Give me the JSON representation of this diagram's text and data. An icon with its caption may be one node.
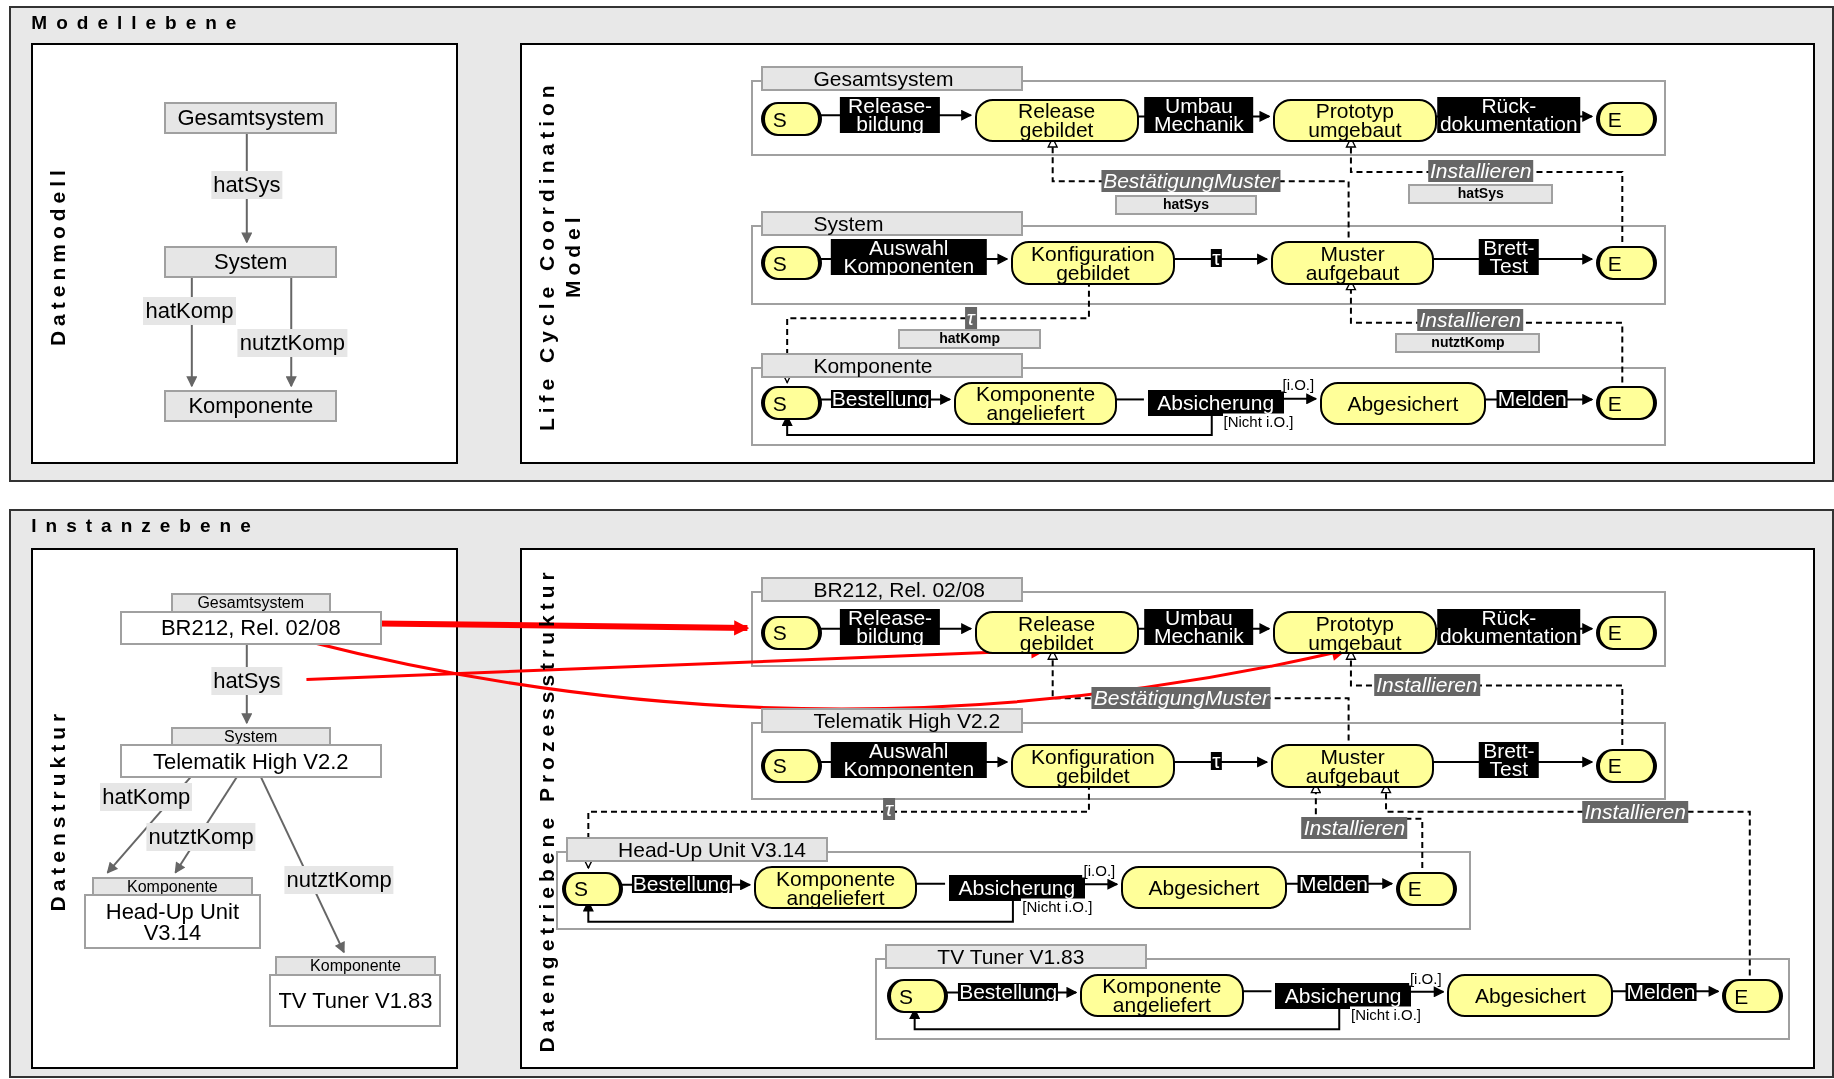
{
  "diagram": {
    "nodes": [
      {
        "text": [
          "Modellebene"
        ]
      },
      {
        "text": [
          "Datenmodell"
        ],
        "in": 0
      },
      {
        "text": [
          "Gesamtsystem"
        ],
        "in": 1
      },
      {
        "text": [
          "System"
        ],
        "in": 1
      },
      {
        "text": [
          "Komponente"
        ],
        "in": 1
      },
      {
        "text": [
          "Life Cycle Coordination Model"
        ],
        "in": 0
      },
      {
        "text": [
          "Gesamtsystem"
        ],
        "in": 5
      },
      {
        "text": [
          "S"
        ],
        "in": 6
      },
      {
        "text": [
          "Release gebildet"
        ],
        "in": 6
      },
      {
        "text": [
          "Prototyp umgebaut"
        ],
        "in": 6
      },
      {
        "text": [
          "E"
        ],
        "in": 6
      },
      {
        "text": [
          "System"
        ],
        "in": 5
      },
      {
        "text": [
          "S"
        ],
        "in": 11
      },
      {
        "text": [
          "Konfiguration gebildet"
        ],
        "in": 11
      },
      {
        "text": [
          "Muster aufgebaut"
        ],
        "in": 11
      },
      {
        "text": [
          "E"
        ],
        "in": 11
      },
      {
        "text": [
          "Komponente"
        ],
        "in": 5
      },
      {
        "text": [
          "S"
        ],
        "in": 16
      },
      {
        "text": [
          "Komponente angeliefert"
        ],
        "in": 16
      },
      {
        "text": [
          "Absicherung"
        ],
        "in": 16
      },
      {
        "text": [
          "Abgesichert"
        ],
        "in": 16
      },
      {
        "text": [
          "E"
        ],
        "in": 16
      },
      {
        "text": [
          "Instanzebene"
        ]
      },
      {
        "text": [
          "Datenstruktur"
        ],
        "in": 22
      },
      {
        "text": [
          "Gesamtsystem",
          "BR212, Rel. 02/08"
        ],
        "in": 23
      },
      {
        "text": [
          "System",
          "Telematik High V2.2"
        ],
        "in": 23
      },
      {
        "text": [
          "Komponente",
          "Head-Up Unit V3.14"
        ],
        "in": 23
      },
      {
        "text": [
          "Komponente",
          "TV Tuner V1.83"
        ],
        "in": 23
      },
      {
        "text": [
          "Datengetriebene Prozessstruktur"
        ],
        "in": 22
      },
      {
        "text": [
          "BR212, Rel. 02/08"
        ],
        "in": 28
      },
      {
        "text": [
          "S"
        ],
        "in": 29
      },
      {
        "text": [
          "Release gebildet"
        ],
        "in": 29
      },
      {
        "text": [
          "Prototyp umgebaut"
        ],
        "in": 29
      },
      {
        "text": [
          "E"
        ],
        "in": 29
      },
      {
        "text": [
          "Telematik High V2.2"
        ],
        "in": 28
      },
      {
        "text": [
          "S"
        ],
        "in": 34
      },
      {
        "text": [
          "Konfiguration gebildet"
        ],
        "in": 34
      },
      {
        "text": [
          "Muster aufgebaut"
        ],
        "in": 34
      },
      {
        "text": [
          "E"
        ],
        "in": 34
      },
      {
        "text": [
          "Head-Up Unit V3.14"
        ],
        "in": 28
      },
      {
        "text": [
          "S"
        ],
        "in": 39
      },
      {
        "text": [
          "Komponente angeliefert"
        ],
        "in": 39
      },
      {
        "text": [
          "Absicherung"
        ],
        "in": 39
      },
      {
        "text": [
          "Abgesichert"
        ],
        "in": 39
      },
      {
        "text": [
          "E"
        ],
        "in": 39
      },
      {
        "text": [
          "TV Tuner V1.83"
        ],
        "in": 28
      },
      {
        "text": [
          "S"
        ],
        "in": 45
      },
      {
        "text": [
          "Komponente angeliefert"
        ],
        "in": 45
      },
      {
        "text": [
          "Absicherung"
        ],
        "in": 45
      },
      {
        "text": [
          "Abgesichert"
        ],
        "in": 45
      },
      {
        "text": [
          "E"
        ],
        "in": 45
      }
    ],
    "edges": [
      {
        "from": 2,
        "to": 3,
        "arrow": "to",
        "label": "hatSys",
        "color": "#666666"
      },
      {
        "from": 3,
        "to": 4,
        "arrow": "to",
        "label": "hatKomp",
        "color": "#666666"
      },
      {
        "from": 3,
        "to": 4,
        "arrow": "to",
        "label": "nutztKomp",
        "color": "#666666"
      },
      {
        "from": 7,
        "to": 8,
        "arrow": "to",
        "label": "Release- bildung"
      },
      {
        "from": 8,
        "to": 9,
        "arrow": "to",
        "label": "Umbau Mechanik"
      },
      {
        "from": 9,
        "to": 10,
        "arrow": "to",
        "label": "Rück- dokumentation"
      },
      {
        "from": 12,
        "to": 13,
        "arrow": "to",
        "label": "Auswahl Komponenten"
      },
      {
        "from": 13,
        "to": 14,
        "arrow": "to",
        "label": "τ"
      },
      {
        "from": 14,
        "to": 15,
        "arrow": "to",
        "label": "Brett- Test"
      },
      {
        "from": 17,
        "to": 18,
        "arrow": "to",
        "label": "Bestellung"
      },
      {
        "from": 18,
        "to": 19,
        "arrow": "none"
      },
      {
        "from": 19,
        "to": 20,
        "arrow": "to",
        "label": "[i.O.]"
      },
      {
        "from": 19,
        "to": 17,
        "arrow": "to",
        "label": "[Nicht i.O.]"
      },
      {
        "from": 20,
        "to": 21,
        "arrow": "to",
        "label": "Melden"
      },
      {
        "from": 14,
        "to": 8,
        "arrow": "to",
        "label": "BestätigungMuster",
        "style": "dashed"
      },
      {
        "from": 15,
        "to": 9,
        "arrow": "to",
        "label": "Installieren",
        "style": "dashed"
      },
      {
        "from": 13,
        "to": 17,
        "arrow": "to",
        "label": "τ",
        "style": "dashed"
      },
      {
        "from": 21,
        "to": 14,
        "arrow": "to",
        "label": "Installieren",
        "style": "dashed"
      },
      {
        "from": 24,
        "to": 25,
        "arrow": "to",
        "label": "hatSys",
        "color": "#666666"
      },
      {
        "from": 25,
        "to": 26,
        "arrow": "to",
        "label": "hatKomp",
        "color": "#666666"
      },
      {
        "from": 25,
        "to": 26,
        "arrow": "to",
        "label": "nutztKomp",
        "color": "#666666"
      },
      {
        "from": 25,
        "to": 27,
        "arrow": "to",
        "label": "nutztKomp",
        "color": "#666666"
      },
      {
        "from": 30,
        "to": 31,
        "arrow": "to",
        "label": "Release- bildung"
      },
      {
        "from": 31,
        "to": 32,
        "arrow": "to",
        "label": "Umbau Mechanik"
      },
      {
        "from": 32,
        "to": 33,
        "arrow": "to",
        "label": "Rück- dokumentation"
      },
      {
        "from": 35,
        "to": 36,
        "arrow": "to",
        "label": "Auswahl Komponenten"
      },
      {
        "from": 36,
        "to": 37,
        "arrow": "to",
        "label": "τ"
      },
      {
        "from": 37,
        "to": 38,
        "arrow": "to",
        "label": "Brett- Test"
      },
      {
        "from": 40,
        "to": 41,
        "arrow": "to",
        "label": "Bestellung"
      },
      {
        "from": 41,
        "to": 42,
        "arrow": "none"
      },
      {
        "from": 42,
        "to": 43,
        "arrow": "to",
        "label": "[i.O.]"
      },
      {
        "from": 42,
        "to": 40,
        "arrow": "to",
        "label": "[Nicht i.O.]"
      },
      {
        "from": 43,
        "to": 44,
        "arrow": "to",
        "label": "Melden"
      },
      {
        "from": 46,
        "to": 47,
        "arrow": "to",
        "label": "Bestellung"
      },
      {
        "from": 47,
        "to": 48,
        "arrow": "none"
      },
      {
        "from": 48,
        "to": 49,
        "arrow": "to",
        "label": "[i.O.]"
      },
      {
        "from": 48,
        "to": 46,
        "arrow": "to",
        "label": "[Nicht i.O.]"
      },
      {
        "from": 49,
        "to": 50,
        "arrow": "to",
        "label": "Melden"
      },
      {
        "from": 37,
        "to": 31,
        "arrow": "to",
        "label": "BestätigungMuster",
        "style": "dashed"
      },
      {
        "from": 38,
        "to": 32,
        "arrow": "to",
        "label": "Installieren",
        "style": "dashed"
      },
      {
        "from": 36,
        "to": 40,
        "arrow": "to",
        "label": "τ",
        "style": "dashed"
      },
      {
        "from": 44,
        "to": 37,
        "arrow": "to",
        "label": "Installieren",
        "style": "dashed"
      },
      {
        "from": 50,
        "to": 37,
        "arrow": "to",
        "label": "Installieren",
        "style": "dashed"
      },
      {
        "from": 24,
        "to": 29,
        "arrow": "to",
        "style": "thick",
        "color": "#ff0000"
      },
      {
        "from": null,
        "to": 31,
        "arrow": "to",
        "color": "#ff0000"
      },
      {
        "from": 24,
        "to": 32,
        "arrow": "to",
        "color": "#ff0000"
      }
    ],
    "labels": [
      "hatSys",
      "hatSys",
      "hatKomp",
      "nutztKomp"
    ]
  }
}
